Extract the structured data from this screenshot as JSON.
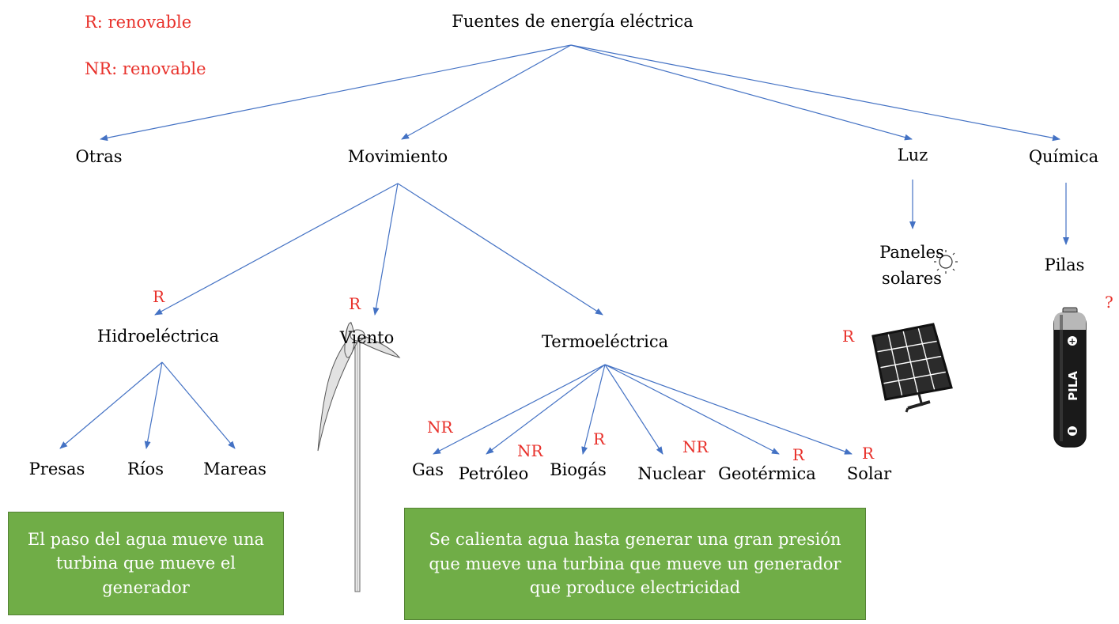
{
  "legend": {
    "renewable": "R: renovable",
    "non_renewable": "NR: renovable"
  },
  "root": "Fuentes de energía eléctrica",
  "categories": {
    "otras": "Otras",
    "movimiento": "Movimiento",
    "luz": "Luz",
    "quimica": "Química"
  },
  "movimiento_types": {
    "hidroelectrica": "Hidroeléctrica",
    "viento": "Viento",
    "termoelectrica": "Termoeléctrica"
  },
  "hidro_sources": {
    "presas": "Presas",
    "rios": "Ríos",
    "mareas": "Mareas"
  },
  "termo_sources": {
    "gas": "Gas",
    "petroleo": "Petróleo",
    "biogas": "Biogás",
    "nuclear": "Nuclear",
    "geotermica": "Geotérmica",
    "solar": "Solar"
  },
  "luz_child": {
    "line1": "Paneles",
    "line2": "solares"
  },
  "quimica_child": "Pilas",
  "tags": {
    "hidroelectrica": "R",
    "viento": "R",
    "gas": "NR",
    "petroleo": "NR",
    "biogas": "R",
    "nuclear": "NR",
    "geotermica": "R",
    "solar": "R",
    "paneles": "R",
    "pilas": "?"
  },
  "notes": {
    "hidro": "El paso del agua mueve una turbina que mueve el generador",
    "termo": "Se calienta agua hasta generar una gran presión que mueve una turbina que mueve un generador que produce electricidad"
  },
  "battery_label": "PILA",
  "colors": {
    "arrow": "#4472c4",
    "tag": "#e8312b",
    "box_fill": "#70ad47",
    "box_text": "#ffffff"
  }
}
